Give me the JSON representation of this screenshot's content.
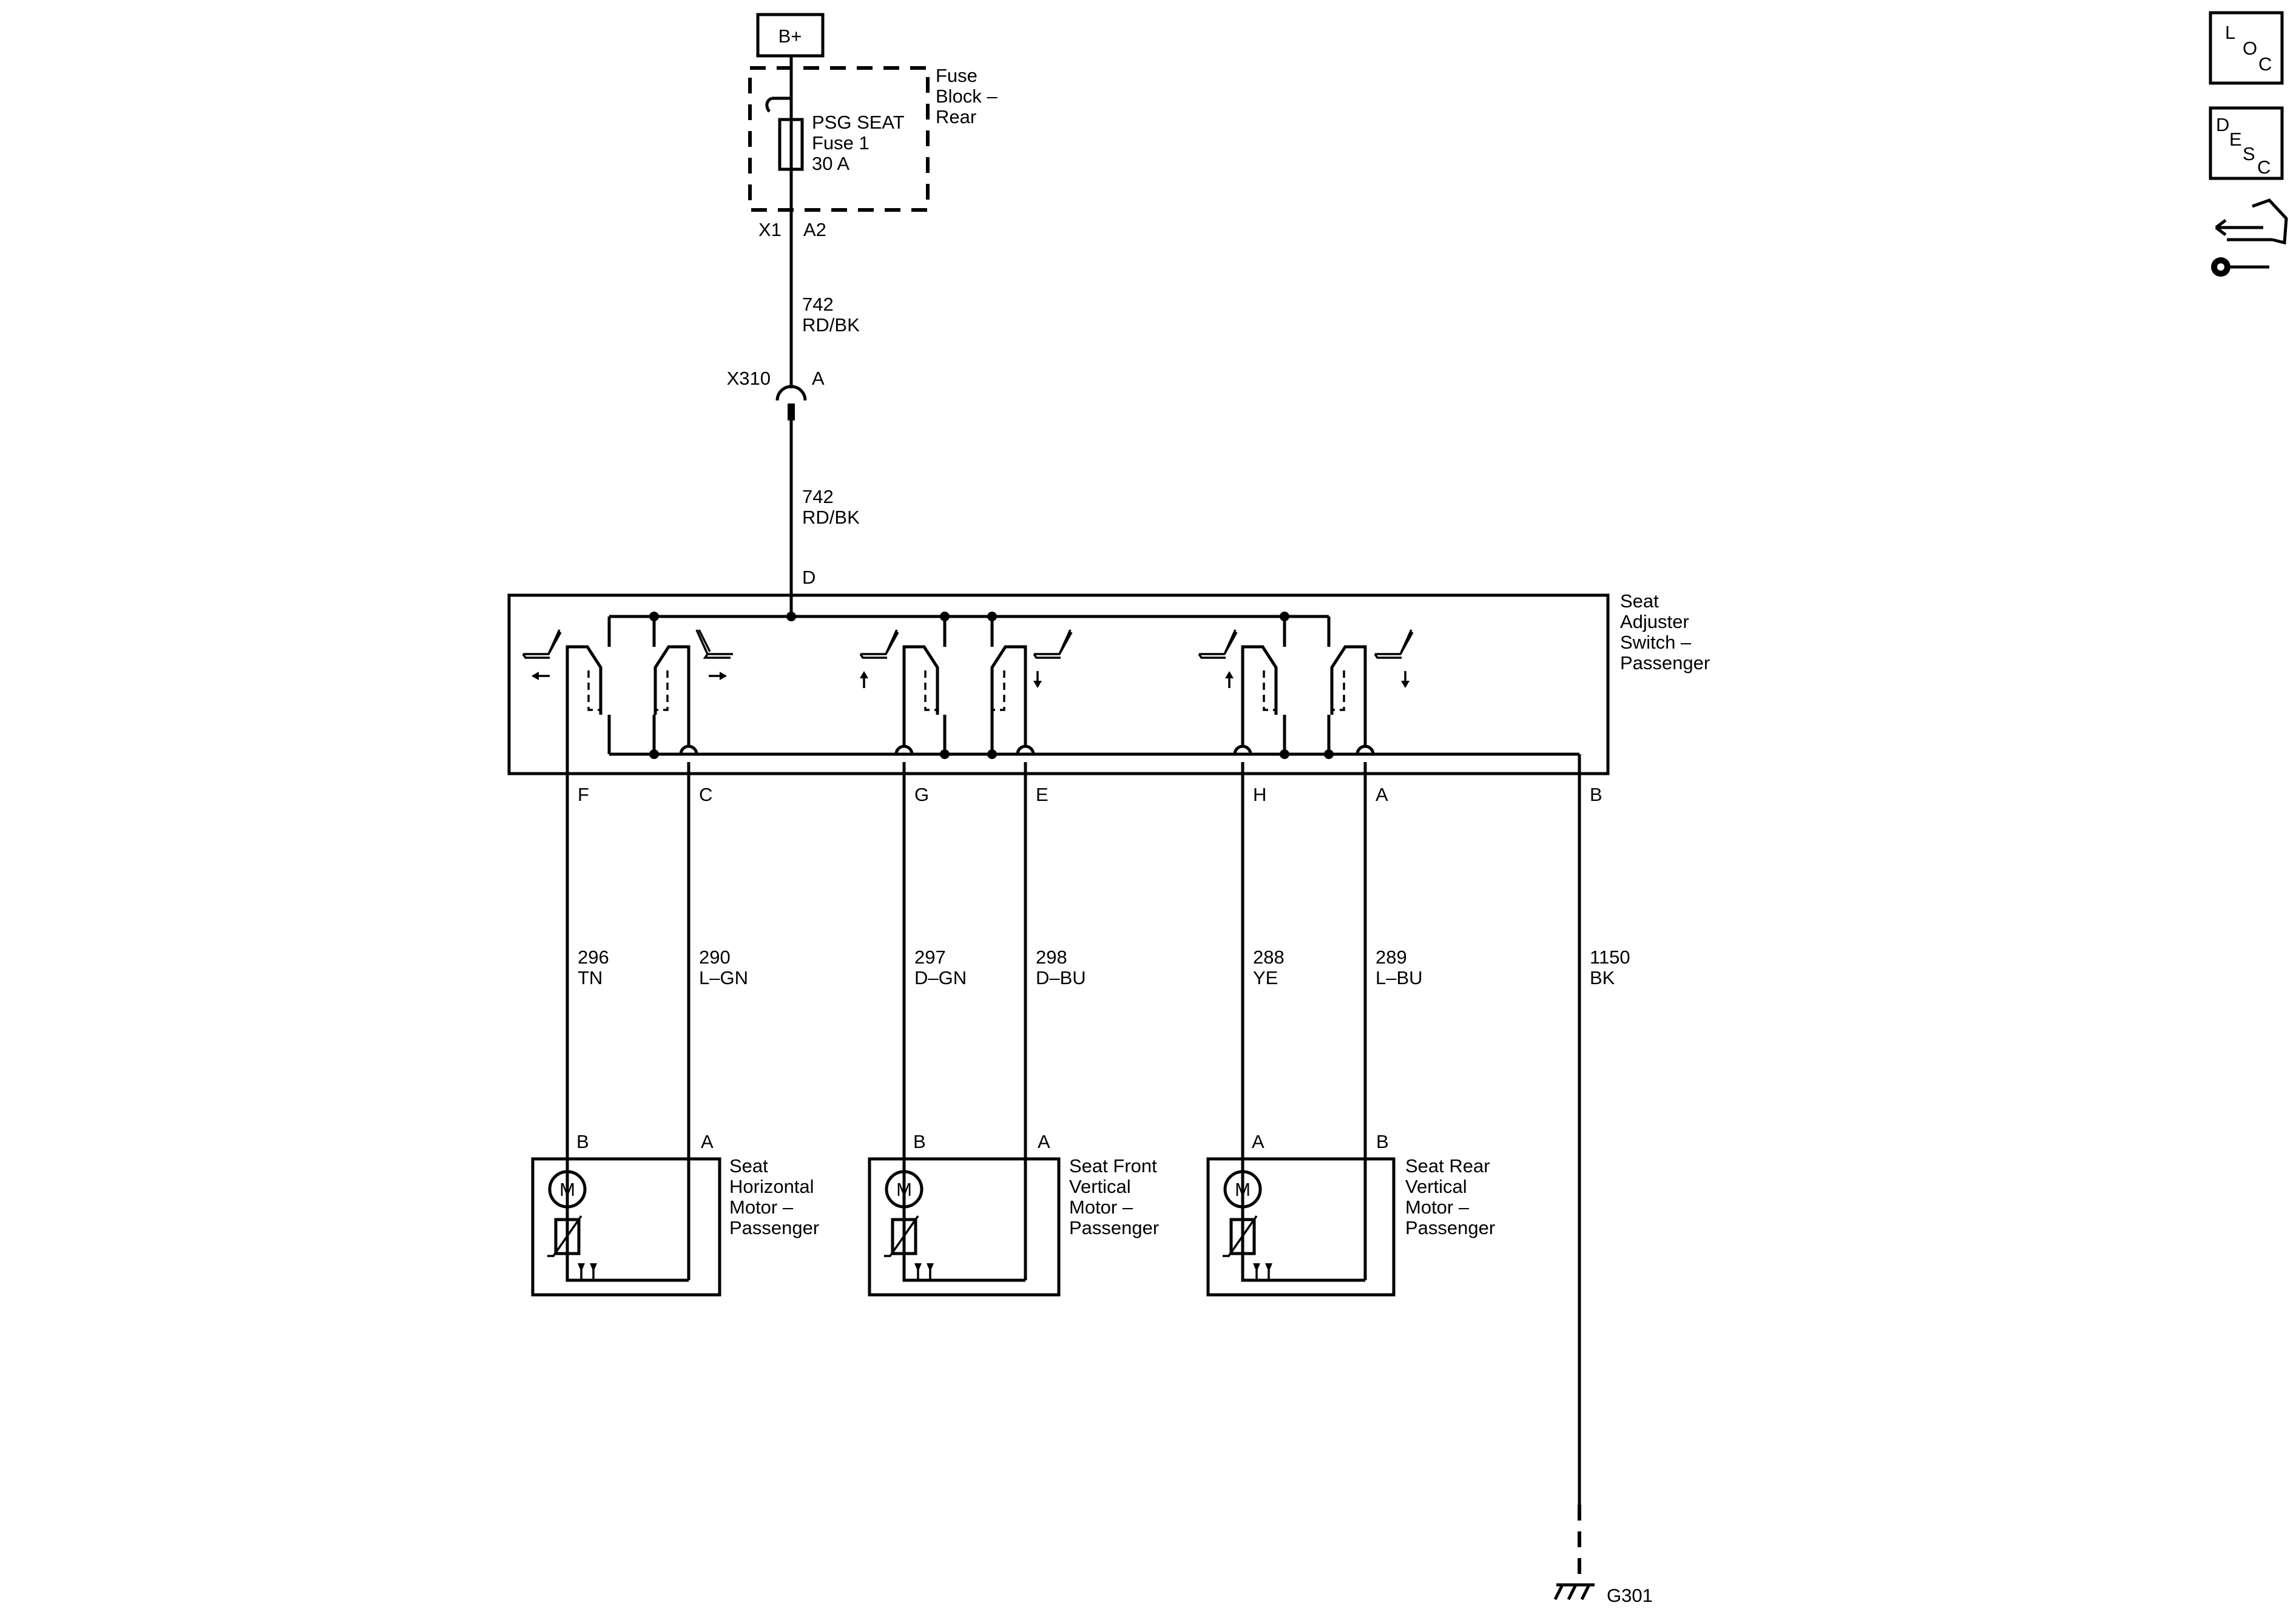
{
  "supply": {
    "label": "B+"
  },
  "fuse_block": {
    "name": [
      "Fuse",
      "Block –",
      "Rear"
    ],
    "fuse": [
      "PSG SEAT",
      "Fuse 1",
      "30 A"
    ],
    "connector": "X1",
    "pin": "A2"
  },
  "wire_top": {
    "circuit": "742",
    "color": "RD/BK"
  },
  "inline_connector": {
    "name": "X310",
    "pin": "A"
  },
  "wire_mid": {
    "circuit": "742",
    "color": "RD/BK"
  },
  "switch": {
    "input_pin": "D",
    "name": [
      "Seat",
      "Adjuster",
      "Switch –",
      "Passenger"
    ],
    "pins": [
      "F",
      "C",
      "G",
      "E",
      "H",
      "A",
      "B"
    ]
  },
  "wires": [
    {
      "circuit": "296",
      "color": "TN"
    },
    {
      "circuit": "290",
      "color": "L–GN"
    },
    {
      "circuit": "297",
      "color": "D–GN"
    },
    {
      "circuit": "298",
      "color": "D–BU"
    },
    {
      "circuit": "288",
      "color": "YE"
    },
    {
      "circuit": "289",
      "color": "L–BU"
    },
    {
      "circuit": "1150",
      "color": "BK"
    }
  ],
  "motors": [
    {
      "pins": [
        "B",
        "A"
      ],
      "symbol": "M",
      "name": [
        "Seat",
        "Horizontal",
        "Motor –",
        "Passenger"
      ]
    },
    {
      "pins": [
        "B",
        "A"
      ],
      "symbol": "M",
      "name": [
        "Seat Front",
        "Vertical",
        "Motor –",
        "Passenger"
      ]
    },
    {
      "pins": [
        "A",
        "B"
      ],
      "symbol": "M",
      "name": [
        "Seat Rear",
        "Vertical",
        "Motor –",
        "Passenger"
      ]
    }
  ],
  "ground": {
    "label": "G301"
  },
  "side_icons": [
    {
      "name": "loc-icon",
      "letters": [
        "L",
        "O",
        "C"
      ]
    },
    {
      "name": "desc-icon",
      "letters": [
        "D",
        "E",
        "S",
        "C"
      ]
    },
    {
      "name": "service-icon"
    }
  ]
}
